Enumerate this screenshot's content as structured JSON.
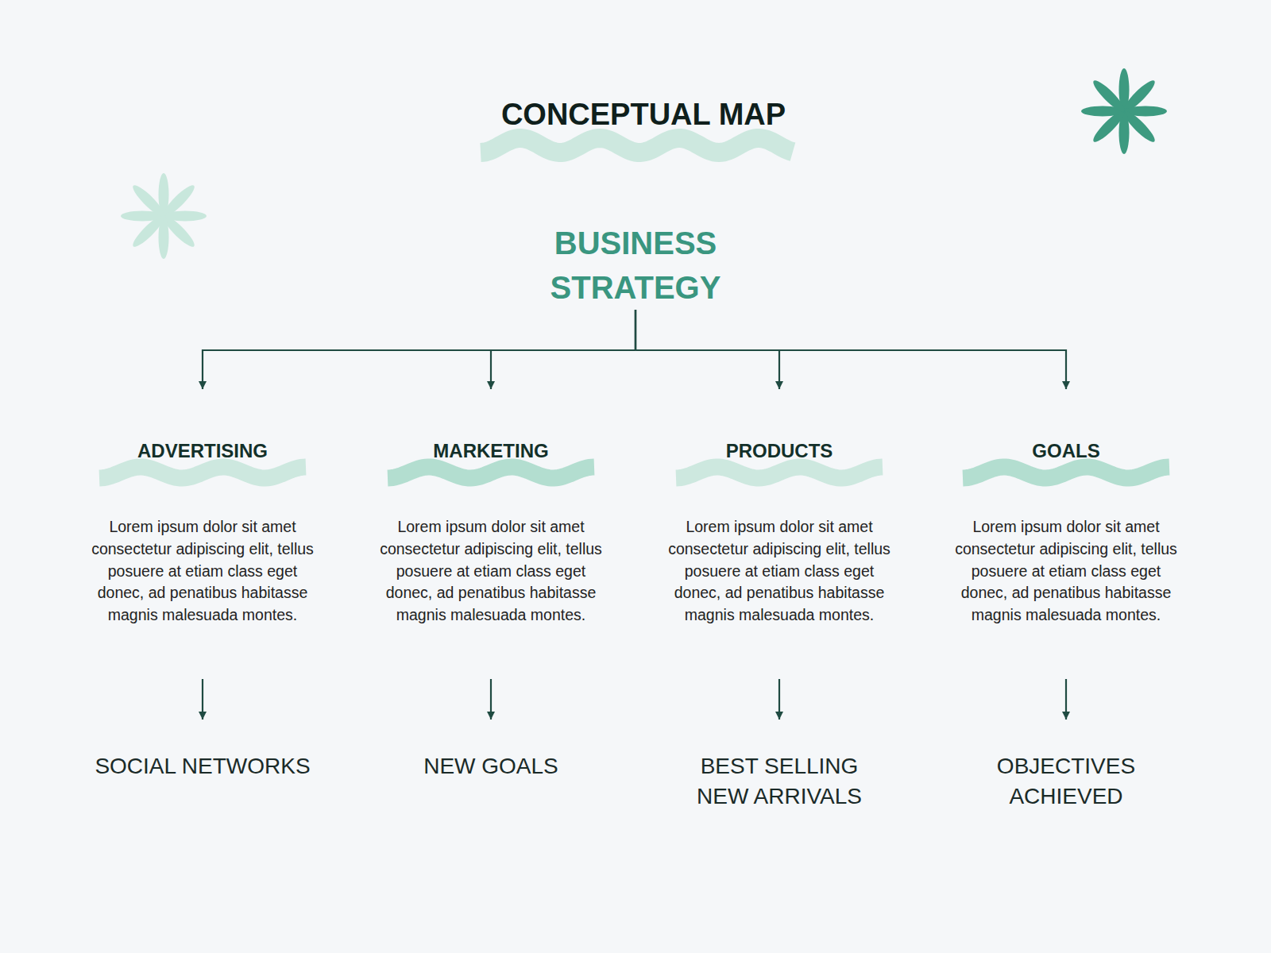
{
  "diagram": {
    "title": "CONCEPTUAL MAP",
    "nodes": [
      {
        "text": [
          "BUSINESS STRATEGY"
        ]
      },
      {
        "text": [
          "ADVERTISING",
          "Lorem ipsum dolor sit amet consectetur adipiscing elit, tellus posuere at etiam class eget donec, ad penatibus habitasse magnis malesuada montes."
        ]
      },
      {
        "text": [
          "MARKETING",
          "Lorem ipsum dolor sit amet consectetur adipiscing elit, tellus posuere at etiam class eget donec, ad penatibus habitasse magnis malesuada montes."
        ]
      },
      {
        "text": [
          "PRODUCTS",
          "Lorem ipsum dolor sit amet consectetur adipiscing elit, tellus posuere at etiam class eget donec, ad penatibus habitasse magnis malesuada montes."
        ]
      },
      {
        "text": [
          "GOALS",
          "Lorem ipsum dolor sit amet consectetur adipiscing elit, tellus posuere at etiam class eget donec, ad penatibus habitasse magnis malesuada montes."
        ]
      },
      {
        "text": [
          "SOCIAL NETWORKS"
        ]
      },
      {
        "text": [
          "NEW GOALS"
        ]
      },
      {
        "text": [
          "BEST SELLING NEW ARRIVALS"
        ]
      },
      {
        "text": [
          "OBJECTIVES ACHIEVED"
        ]
      }
    ],
    "edges": [
      {
        "from": 0,
        "to": 1,
        "arrow": "to"
      },
      {
        "from": 0,
        "to": 2,
        "arrow": "to"
      },
      {
        "from": 0,
        "to": 3,
        "arrow": "to"
      },
      {
        "from": 0,
        "to": 4,
        "arrow": "to"
      },
      {
        "from": 1,
        "to": 5,
        "arrow": "to"
      },
      {
        "from": 2,
        "to": 6,
        "arrow": "to"
      },
      {
        "from": 3,
        "to": 7,
        "arrow": "to"
      },
      {
        "from": 4,
        "to": 8,
        "arrow": "to"
      }
    ]
  }
}
